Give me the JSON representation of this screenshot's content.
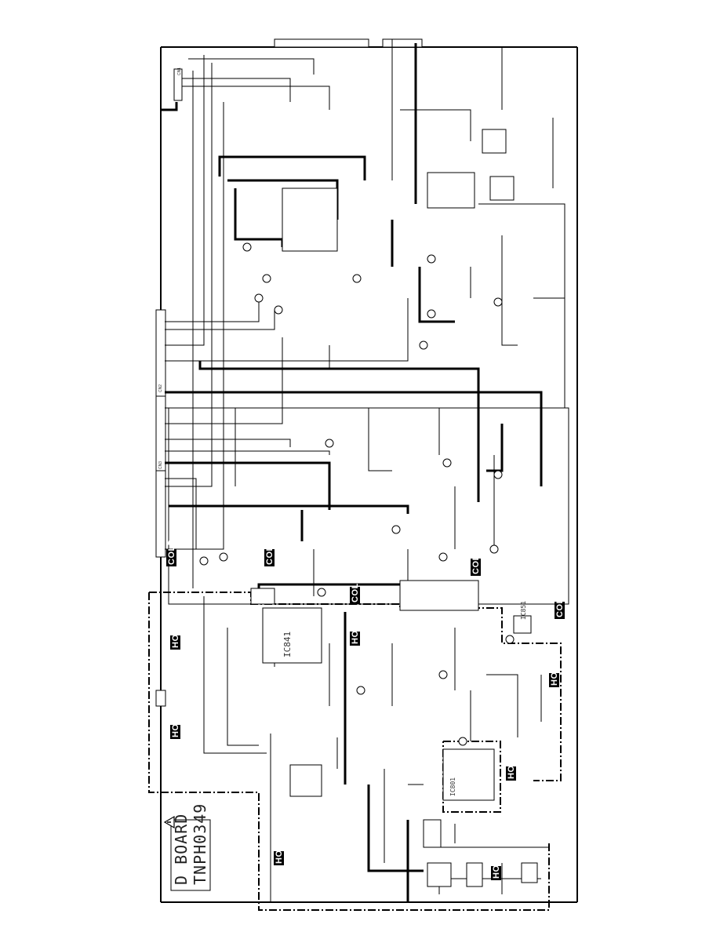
{
  "board": {
    "title_line1": "D BOARD",
    "title_line2": "TNPH0349"
  },
  "zones": {
    "hot_label": "HOT",
    "cold_label": "COLD"
  },
  "ics": {
    "ic841": "IC841",
    "ic801": "IC801",
    "ic851": "IC851"
  },
  "connectors": {
    "top": "CN1",
    "left_upper": "CN2",
    "left_lower": "CN3"
  }
}
